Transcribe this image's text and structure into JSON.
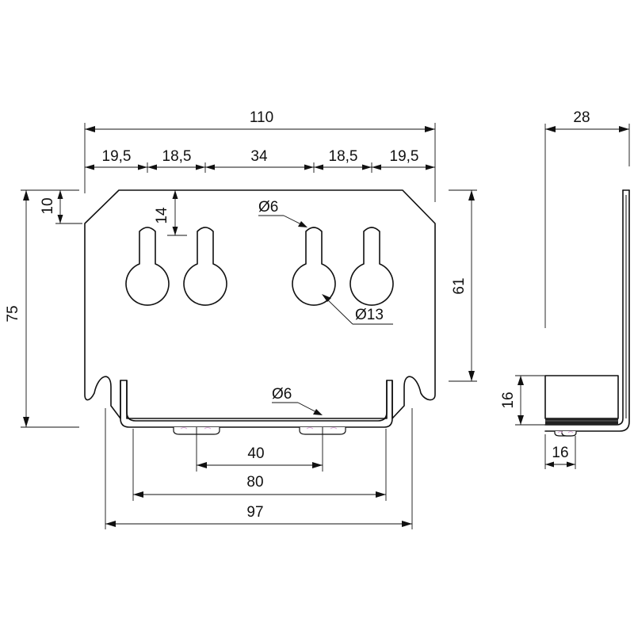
{
  "dimensions": {
    "overall_width": "110",
    "seg_1": "19,5",
    "seg_2": "18,5",
    "seg_3": "34",
    "seg_4": "18,5",
    "seg_5": "19,5",
    "top_chamfer": "10",
    "slot_depth": "14",
    "small_hole": "Ø6",
    "large_hole": "Ø13",
    "overall_height": "75",
    "right_height": "61",
    "roller_diameter": "Ø6",
    "roller_spacing": "40",
    "inner_width": "80",
    "base_width": "97",
    "side_depth": "28",
    "side_height": "16",
    "side_width": "16"
  }
}
